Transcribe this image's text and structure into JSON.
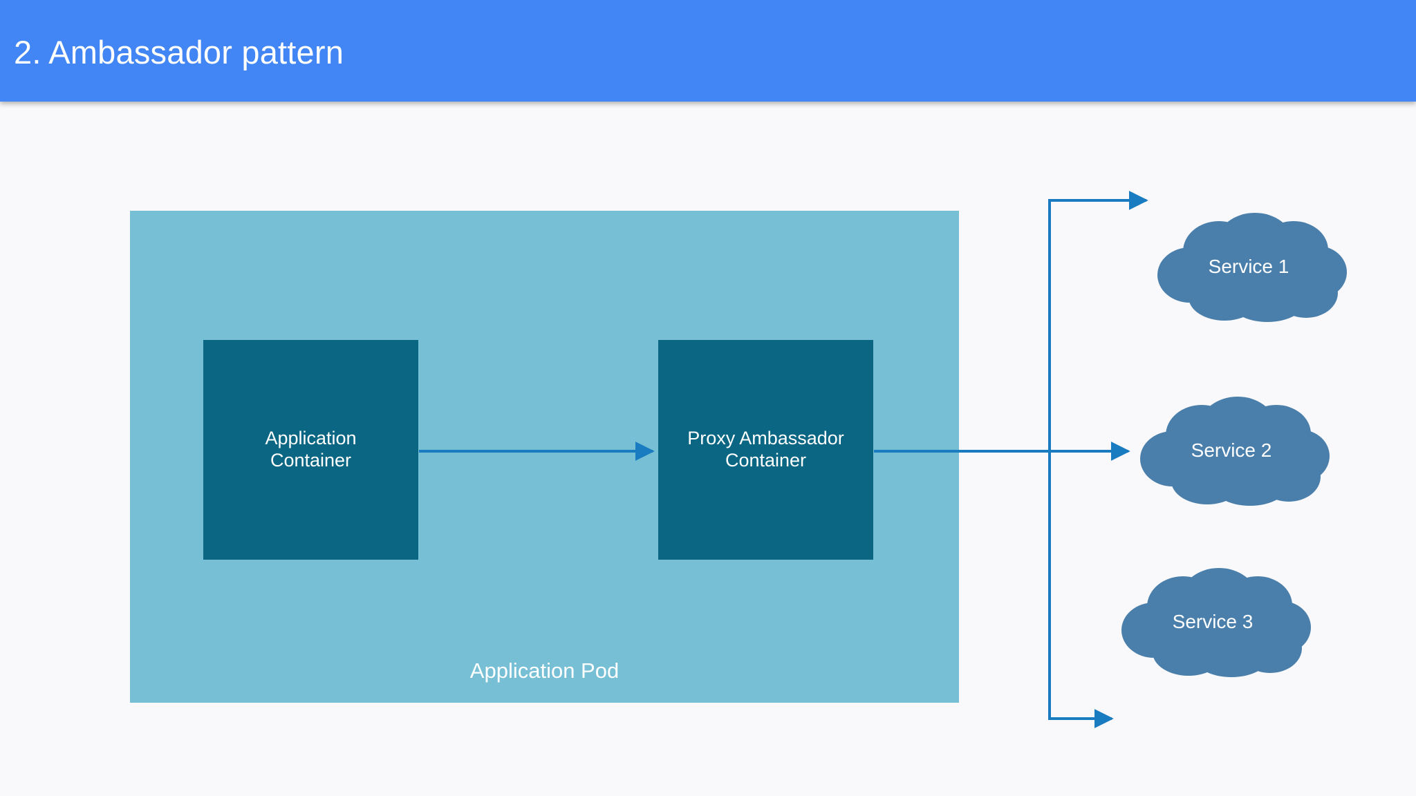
{
  "header": {
    "title": "2. Ambassador pattern",
    "background_color": "#4285f4",
    "text_color": "#ffffff"
  },
  "canvas": {
    "background_color": "#f9f8fa"
  },
  "pod": {
    "label": "Application Pod",
    "fill_color": "#76bfd5",
    "text_color": "#ffffff"
  },
  "containers": [
    {
      "id": "application-container",
      "line1": "Application",
      "line2": "Container",
      "fill_color": "#0a6682",
      "text_color": "#ffffff"
    },
    {
      "id": "proxy-ambassador-container",
      "line1": "Proxy Ambassador",
      "line2": "Container",
      "fill_color": "#0a6682",
      "text_color": "#ffffff"
    }
  ],
  "services": [
    {
      "id": "service-1",
      "label": "Service 1",
      "fill_color": "#4a7fab",
      "text_color": "#ffffff"
    },
    {
      "id": "service-2",
      "label": "Service 2",
      "fill_color": "#4a7fab",
      "text_color": "#ffffff"
    },
    {
      "id": "service-3",
      "label": "Service 3",
      "fill_color": "#4a7fab",
      "text_color": "#ffffff"
    }
  ],
  "connectors": {
    "line_color": "#1a7cc0",
    "arrow_color": "#1a7cc0",
    "items": [
      {
        "id": "app-to-proxy",
        "from": "application-container",
        "to": "proxy-ambassador-container"
      },
      {
        "id": "proxy-to-service-1",
        "from": "proxy-ambassador-container",
        "to": "service-1"
      },
      {
        "id": "proxy-to-service-2",
        "from": "proxy-ambassador-container",
        "to": "service-2"
      },
      {
        "id": "proxy-to-service-3",
        "from": "proxy-ambassador-container",
        "to": "service-3"
      }
    ]
  }
}
